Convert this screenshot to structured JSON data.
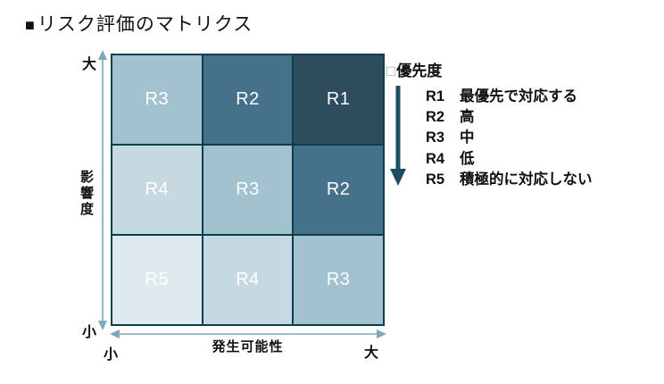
{
  "title": {
    "bullet": "■",
    "text": "リスク評価のマトリクス"
  },
  "matrix": {
    "border_color": "#083e4d",
    "cell_text_color": "#ffffff",
    "rows_axis": "impact high to low",
    "cells": [
      {
        "label": "R3",
        "color": "#a2c2cf"
      },
      {
        "label": "R2",
        "color": "#45718a"
      },
      {
        "label": "R1",
        "color": "#2d4d5c"
      },
      {
        "label": "R4",
        "color": "#c6d9e0"
      },
      {
        "label": "R3",
        "color": "#a2c2cf"
      },
      {
        "label": "R2",
        "color": "#45718a"
      },
      {
        "label": "R5",
        "color": "#dfeaee"
      },
      {
        "label": "R4",
        "color": "#c6d9e0"
      },
      {
        "label": "R3",
        "color": "#a2c2cf"
      }
    ]
  },
  "axes": {
    "arrow_color": "#7fa6bb",
    "y": {
      "label": "影響度",
      "top": "大",
      "bottom": "小"
    },
    "x": {
      "label": "発生可能性",
      "left": "小",
      "right": "大"
    }
  },
  "legend": {
    "bullet": "□",
    "header": "優先度",
    "arrow_color": "#1b4e5e",
    "items": [
      {
        "code": "R1",
        "desc": "最優先で対応する"
      },
      {
        "code": "R2",
        "desc": "高"
      },
      {
        "code": "R3",
        "desc": "中"
      },
      {
        "code": "R4",
        "desc": "低"
      },
      {
        "code": "R5",
        "desc": "積極的に対応しない"
      }
    ]
  }
}
